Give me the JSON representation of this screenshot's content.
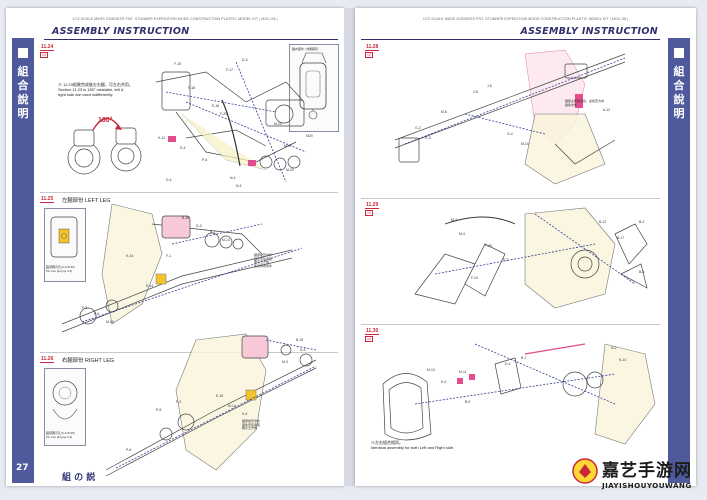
{
  "header": {
    "left_topline": "1/72 SCALE MASS GODDESS FNT. STUNNER EXPEDITION MODE CONSTRUCTION PLASTIC MODEL KIT | MGC-06 |",
    "right_topline": "1/72 SCALE MASS GODDESS FNT. STUNNER EXPEDITION MODE CONSTRUCTION PLASTIC MODEL KIT | MGC-06 |",
    "title": "ASSEMBLY INSTRUCTION"
  },
  "sidebar": {
    "label": "組合說明",
    "page_number": "27"
  },
  "left_page": {
    "steps": [
      {
        "code": "11.24",
        "sub": "×2",
        "note_lines": [
          "※ 11.23組裝完成後左右腿，可左右共用。",
          "Section 11.23 is 180° rotatable, left &",
          "right side are used indifferently."
        ],
        "rotation_label": "180°",
        "callouts": [
          "F-15",
          "F-18",
          "M-20",
          "M-20",
          "M-17",
          "K-12",
          "D-4",
          "P-6",
          "N-4",
          "N-4",
          "E-16",
          "F-20",
          "F-17",
          "D-3",
          "D-4",
          "M20"
        ],
        "detail_note": "腿內部件 / 詳細圖示"
      },
      {
        "code": "11.25",
        "title": "左腿部份 LEFT LEG",
        "detail_caption_lines": [
          "圓頭圖示孔(3.4×8.35)",
          "Pin hex plug (ø 3.4)"
        ],
        "callouts": [
          "B-16",
          "D-3",
          "B-7",
          "M-14",
          "K-14",
          "F-1",
          "P-5",
          "P-6",
          "M-15",
          "E-14"
        ],
        "side_note_lines": [
          "腿部前臂零件",
          "部件安裝參照",
          "圖示之方向",
          "使用專用零件"
        ]
      },
      {
        "code": "11.26",
        "title": "右腿部份 RIGHT LEG",
        "detail_caption_lines": [
          "圓頭圖示孔(3.4×8.35)",
          "Pin hex plug (ø 3.4)"
        ],
        "callouts": [
          "B-15",
          "D-4",
          "M-4",
          "P-5",
          "F-2",
          "E-15",
          "M-14",
          "K-4",
          "P-6"
        ],
        "side_note_lines": [
          "腿部前臂零件",
          "部件安裝參照",
          "圖示之方向"
        ]
      }
    ],
    "footer_logo": "組 の 説"
  },
  "right_page": {
    "steps": [
      {
        "code": "11.28",
        "sub": "×2",
        "callouts": [
          "J-5",
          "J-5",
          "M-5",
          "G-4",
          "M-10",
          "G-2",
          "G-3",
          "A-12"
        ],
        "side_note_lines": [
          "腿部主框架安裝，並檢查方向",
          "關節零件"
        ]
      },
      {
        "code": "11.29",
        "sub": "×2",
        "callouts": [
          "M-3",
          "M-4",
          "F-20",
          "F-3",
          "B-12",
          "B-17",
          "B-2",
          "B-5",
          "F-24"
        ]
      },
      {
        "code": "11.30",
        "sub": "×4",
        "callouts": [
          "M-13",
          "K-4",
          "M-11",
          "D-4",
          "B-7",
          "B-5",
          "N-2",
          "K-14"
        ],
        "note_lines": [
          "※左右組合相同。",
          "Identical assembly for both Left and Right side."
        ]
      }
    ]
  },
  "watermark": {
    "chinese": "嘉艺手游网",
    "latin": "JIAYISHOUYOUWANG"
  },
  "colors": {
    "sidebar": "#4e5a9c",
    "title": "#32306c",
    "step_red": "#c8283a",
    "highlight_yellow": "#f3c52b",
    "highlight_pink": "#e34c8f"
  }
}
